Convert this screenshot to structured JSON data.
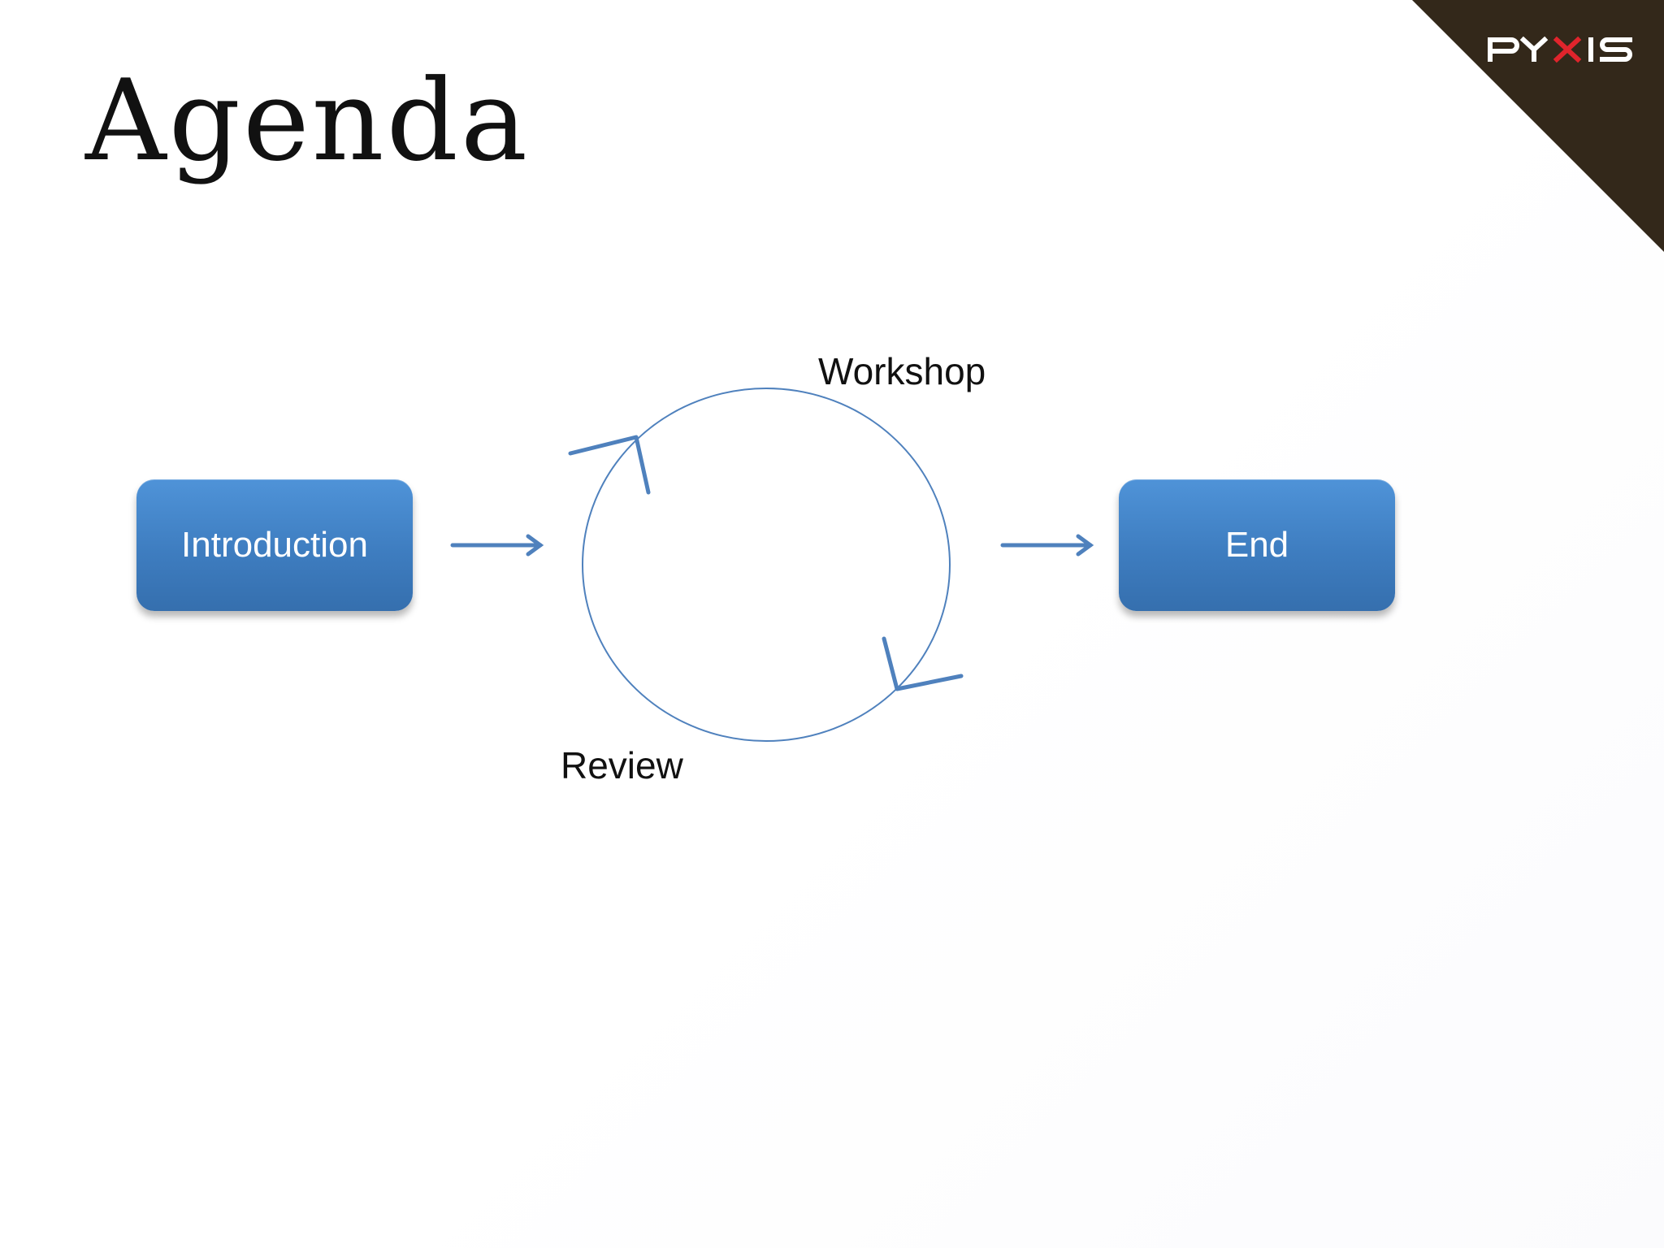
{
  "slide": {
    "title": "Agenda",
    "brand": "PYXIS"
  },
  "diagram": {
    "start_box": "Introduction",
    "cycle_top_label": "Workshop",
    "cycle_bottom_label": "Review",
    "end_box": "End"
  },
  "colors": {
    "box_fill": "#4583c6",
    "arrow": "#4f81bd",
    "corner_band": "#33281a",
    "brand_accent": "#e0242c"
  }
}
